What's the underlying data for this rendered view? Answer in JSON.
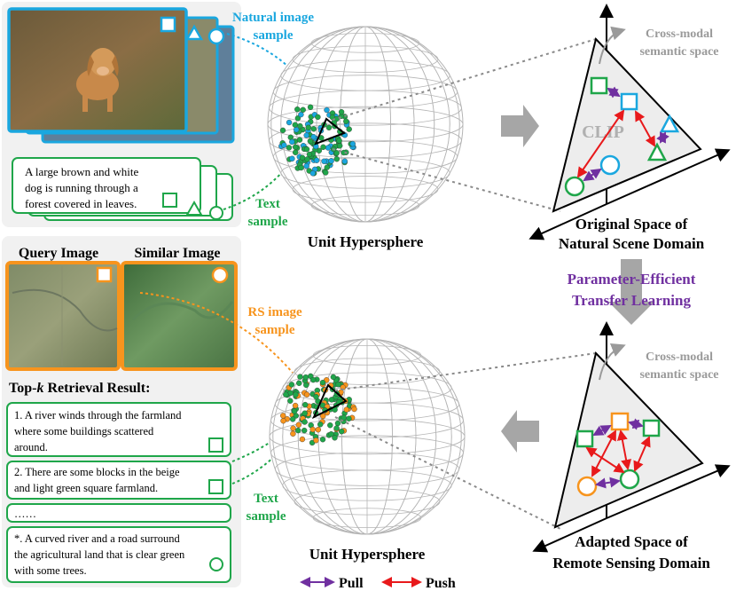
{
  "colors": {
    "natural_blue": "#1aa7df",
    "text_green": "#1fa64a",
    "rs_orange": "#f7941d",
    "pull_purple": "#7030a0",
    "push_red": "#e8191b",
    "gray": "#9a9a9a",
    "panel_bg": "#f1f1f1"
  },
  "top": {
    "natural_label_1": "Natural image",
    "natural_label_2": "sample",
    "text_label_1": "Text",
    "text_label_2": "sample",
    "caption_line_1": "A large brown and  white",
    "caption_line_2": "dog is running through a",
    "caption_line_3": "forest covered in leaves.",
    "sphere_label": "Unit Hypersphere",
    "space_label": "Cross-modal",
    "space_label_2": "semantic space",
    "clip_label": "CLIP",
    "domain_line_1": "Original Space of",
    "domain_line_2": "Natural Scene Domain"
  },
  "middle": {
    "peft_line_1": "Parameter-Efficient",
    "peft_line_2": "Transfer Learning"
  },
  "bottom": {
    "query_label": "Query Image",
    "similar_label": "Similar Image",
    "rs_label_1": "RS image",
    "rs_label_2": "sample",
    "topk_prefix": "Top-",
    "topk_k": "k",
    "topk_suffix": " Retrieval Result:",
    "results": [
      {
        "lines": [
          "1. A river winds through the farmland",
          "where some buildings scattered",
          "around."
        ]
      },
      {
        "lines": [
          "2. There are some blocks in the beige",
          "and light green square farmland."
        ]
      },
      {
        "lines": [
          "……"
        ]
      },
      {
        "lines": [
          "*. A curved river and a road surround",
          "the agricultural land that is clear green",
          "with some trees."
        ]
      }
    ],
    "text_label_1": "Text",
    "text_label_2": "sample",
    "sphere_label": "Unit Hypersphere",
    "space_label": "Cross-modal",
    "space_label_2": "semantic space",
    "domain_line_1": "Adapted Space of",
    "domain_line_2": "Remote Sensing Domain"
  },
  "legend": {
    "pull": "Pull",
    "push": "Push"
  }
}
